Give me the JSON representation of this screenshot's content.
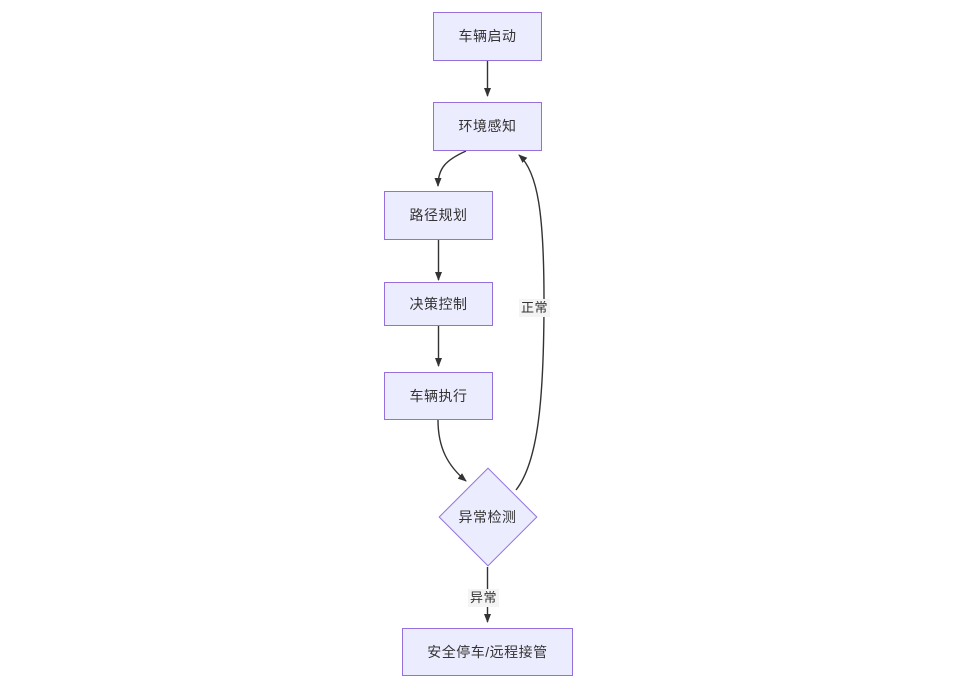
{
  "diagram": {
    "type": "flowchart",
    "direction": "top-to-bottom",
    "theme": {
      "node_fill": "#ececff",
      "node_border": "#9370db",
      "node_text": "#333333",
      "edge_stroke": "#333333",
      "edge_label_background": "#f4f4f4",
      "canvas_background": "#ffffff"
    },
    "nodes": [
      {
        "id": "start",
        "label": "车辆启动",
        "shape": "rect"
      },
      {
        "id": "perception",
        "label": "环境感知",
        "shape": "rect"
      },
      {
        "id": "planning",
        "label": "路径规划",
        "shape": "rect"
      },
      {
        "id": "decision",
        "label": "决策控制",
        "shape": "rect"
      },
      {
        "id": "execution",
        "label": "车辆执行",
        "shape": "rect"
      },
      {
        "id": "anomaly",
        "label": "异常检测",
        "shape": "diamond"
      },
      {
        "id": "fallback",
        "label": "安全停车/远程接管",
        "shape": "rect"
      }
    ],
    "edges": [
      {
        "from": "start",
        "to": "perception",
        "label": ""
      },
      {
        "from": "perception",
        "to": "planning",
        "label": ""
      },
      {
        "from": "planning",
        "to": "decision",
        "label": ""
      },
      {
        "from": "decision",
        "to": "execution",
        "label": ""
      },
      {
        "from": "execution",
        "to": "anomaly",
        "label": ""
      },
      {
        "from": "anomaly",
        "to": "perception",
        "label": "正常"
      },
      {
        "from": "anomaly",
        "to": "fallback",
        "label": "异常"
      }
    ],
    "edge_labels": {
      "normal": "正常",
      "abnormal": "异常"
    }
  }
}
